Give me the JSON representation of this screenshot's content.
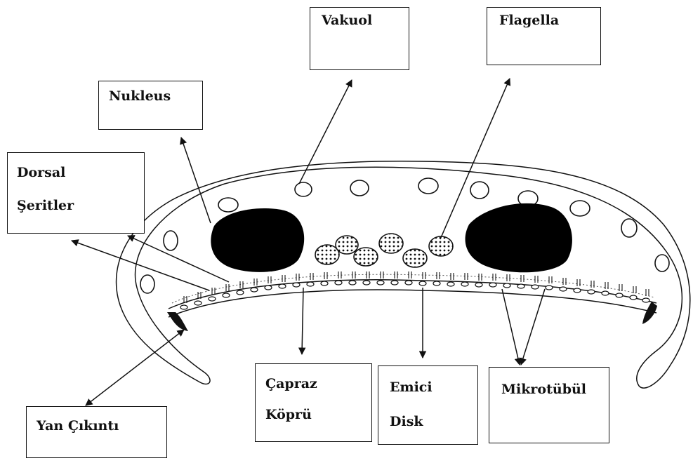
{
  "labels": {
    "vakuol": "Vakuol",
    "flagella": "Flagella",
    "nukleus": "Nukleus",
    "dorsal_line1": "Dorsal",
    "dorsal_line2": "Şeritler",
    "capraz_line1": "Çapraz",
    "capraz_line2": "Köprü",
    "emici_line1": "Emici",
    "emici_line2": "Disk",
    "mikrotubul": "Mikrotübül",
    "yan_cikinti": "Yan Çıkıntı"
  }
}
